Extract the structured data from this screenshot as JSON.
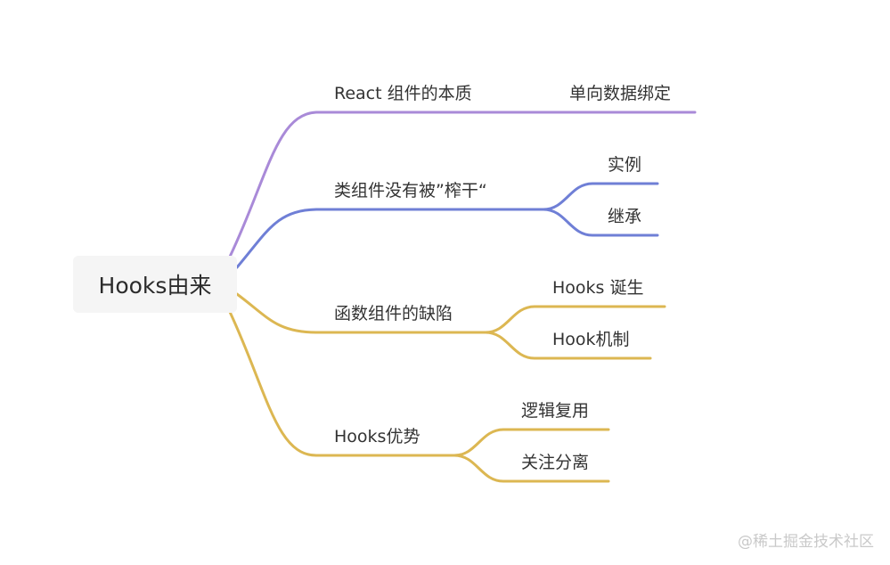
{
  "root": {
    "label": "Hooks由来"
  },
  "branches": [
    {
      "label": "React 组件的本质",
      "color": "#a98ad8",
      "children": [
        {
          "label": "单向数据绑定"
        }
      ]
    },
    {
      "label": "类组件没有被”榨干“",
      "color": "#6f7fd6",
      "children": [
        {
          "label": "实例"
        },
        {
          "label": "继承"
        }
      ]
    },
    {
      "label": "函数组件的缺陷",
      "color": "#dcb752",
      "children": [
        {
          "label": "Hooks 诞生"
        },
        {
          "label": "Hook机制"
        }
      ]
    },
    {
      "label": "Hooks优势",
      "color": "#dcb752",
      "children": [
        {
          "label": "逻辑复用"
        },
        {
          "label": "关注分离"
        }
      ]
    }
  ],
  "watermark": "@稀土掘金技术社区"
}
